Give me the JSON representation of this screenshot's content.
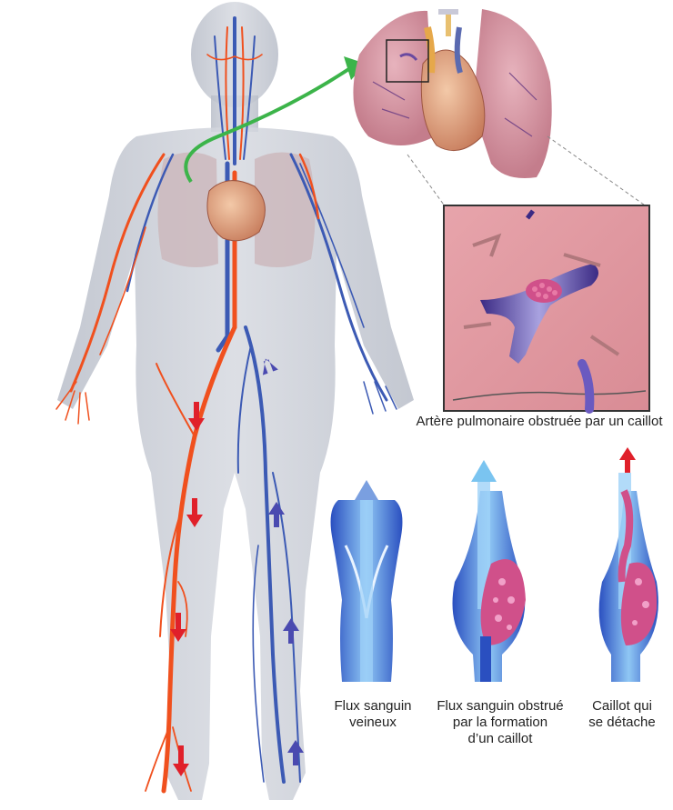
{
  "zoom_caption": "Artère pulmonaire obstruée par un caillot",
  "valve_captions": [
    {
      "lines": [
        "Flux sanguin",
        "veineux"
      ]
    },
    {
      "lines": [
        "Flux sanguin obstrué",
        "par la formation",
        "d’un caillot"
      ]
    },
    {
      "lines": [
        "Caillot qui",
        "se détache"
      ]
    }
  ],
  "colors": {
    "artery": "#f0501e",
    "vein": "#3c5ab4",
    "body": "#c9cdd6",
    "lung": "#d99aa6",
    "clot": "#d0508a",
    "flow_arrow_red": "#e0202a",
    "flow_arrow_blue": "#4a4ab0",
    "pointer_arrow": "#3cb44a"
  }
}
